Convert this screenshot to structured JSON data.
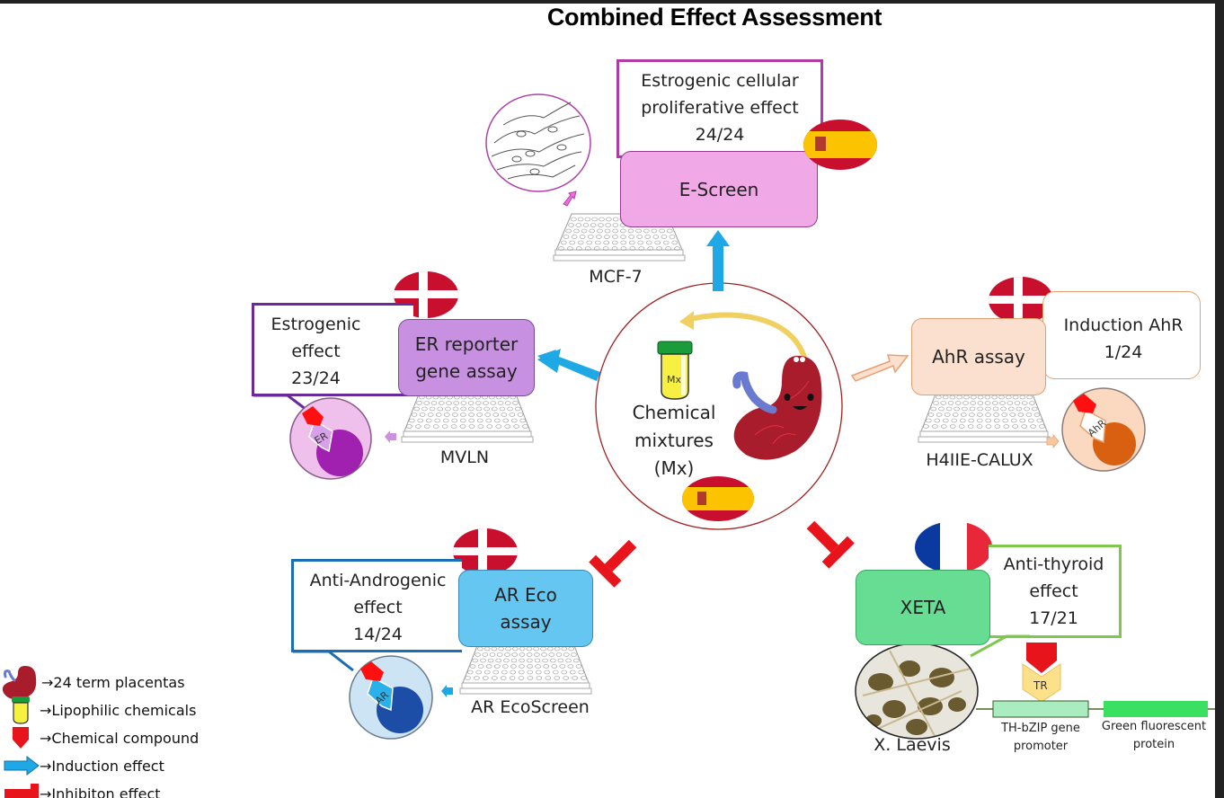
{
  "title": "Combined Effect Assessment",
  "center": {
    "label_lines": [
      "Chemical",
      "mixtures",
      "(Mx)"
    ],
    "vial_label": "Mx",
    "flag": "spain"
  },
  "assays": {
    "escreen": {
      "name": "E-Screen",
      "callout_lines": [
        "Estrogenic cellular",
        "proliferative effect",
        "24/24"
      ],
      "cell_line": "MCF-7",
      "flag": "spain",
      "effect": "induction",
      "color": "#f0a8e6"
    },
    "er": {
      "name_lines": [
        "ER reporter",
        "gene assay"
      ],
      "callout_lines": [
        "Estrogenic",
        "effect",
        "23/24"
      ],
      "cell_line": "MVLN",
      "receptor": "ER",
      "flag": "denmark",
      "effect": "induction",
      "color": "#c890e0"
    },
    "ahr": {
      "name": "AhR assay",
      "callout_lines": [
        "Induction AhR",
        "1/24"
      ],
      "cell_line": "H4IIE-CALUX",
      "receptor": "AhR",
      "flag": "denmark",
      "effect": "induction",
      "color": "#fbe0cf"
    },
    "ar": {
      "name_lines": [
        "AR Eco",
        "assay"
      ],
      "callout_lines": [
        "Anti-Androgenic",
        "effect",
        "14/24"
      ],
      "cell_line": "AR EcoScreen",
      "receptor": "AR",
      "flag": "denmark",
      "effect": "inhibition",
      "color": "#66c6f2"
    },
    "xeta": {
      "name": "XETA",
      "callout_lines": [
        "Anti-thyroid",
        "effect",
        "17/21"
      ],
      "organism": "X. Laevis",
      "receptor": "TR",
      "flag": "france",
      "effect": "inhibition",
      "color": "#66dd92",
      "gene_construct": {
        "promoter_lines": [
          "TH-bZIP gene",
          "promoter"
        ],
        "reporter_lines": [
          "Green fluorescent",
          "protein"
        ]
      }
    }
  },
  "legend": [
    {
      "icon": "placenta-icon",
      "text": "→24 term placentas"
    },
    {
      "icon": "vial-icon",
      "text": "→Lipophilic chemicals"
    },
    {
      "icon": "chemical-compound-icon",
      "text": "→Chemical compound"
    },
    {
      "icon": "induction-arrow-icon",
      "text": "→Induction effect"
    },
    {
      "icon": "inhibition-icon",
      "text": "→Inhibiton effect"
    }
  ],
  "colors": {
    "induction": "#1ea8e6",
    "inhibition": "#e8141c",
    "escreen_border": "#b03aa8",
    "er_border": "#6a2a9a",
    "ahr_border": "#e8a070",
    "ar_border": "#1c6eb4",
    "xeta_border": "#7ec850"
  }
}
